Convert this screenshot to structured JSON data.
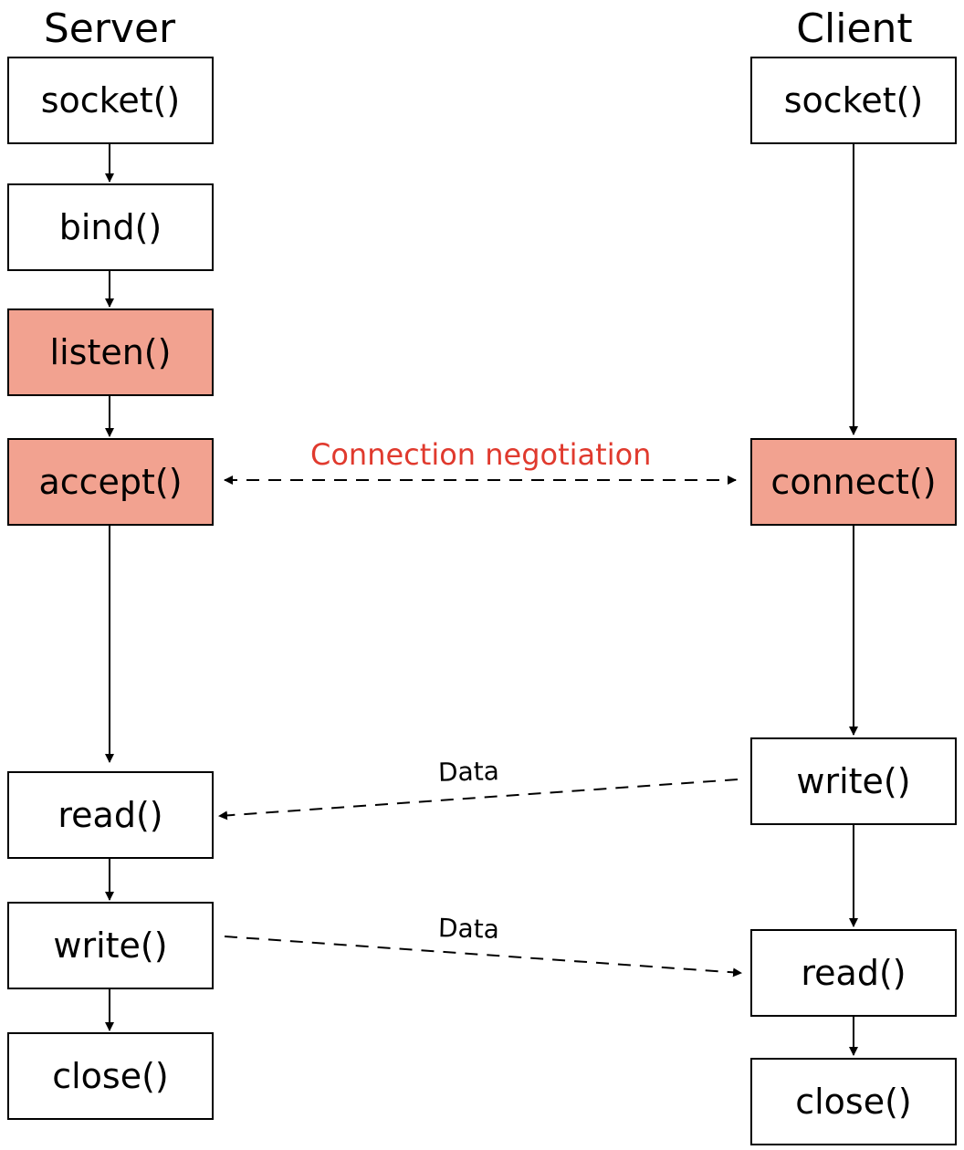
{
  "diagram": {
    "columns": {
      "server_title": "Server",
      "client_title": "Client"
    },
    "server_steps": [
      {
        "label": "socket()",
        "highlighted": false
      },
      {
        "label": "bind()",
        "highlighted": false
      },
      {
        "label": "listen()",
        "highlighted": true
      },
      {
        "label": "accept()",
        "highlighted": true
      },
      {
        "label": "read()",
        "highlighted": false
      },
      {
        "label": "write()",
        "highlighted": false
      },
      {
        "label": "close()",
        "highlighted": false
      }
    ],
    "client_steps": [
      {
        "label": "socket()",
        "highlighted": false
      },
      {
        "label": "connect()",
        "highlighted": true
      },
      {
        "label": "write()",
        "highlighted": false
      },
      {
        "label": "read()",
        "highlighted": false
      },
      {
        "label": "close()",
        "highlighted": false
      }
    ],
    "messages": {
      "negotiation": "Connection negotiation",
      "data_to_server": "Data",
      "data_to_client": "Data"
    },
    "colors": {
      "highlight": "#f2a290",
      "negotiation_text": "#e03a2e",
      "line": "#000000"
    }
  }
}
